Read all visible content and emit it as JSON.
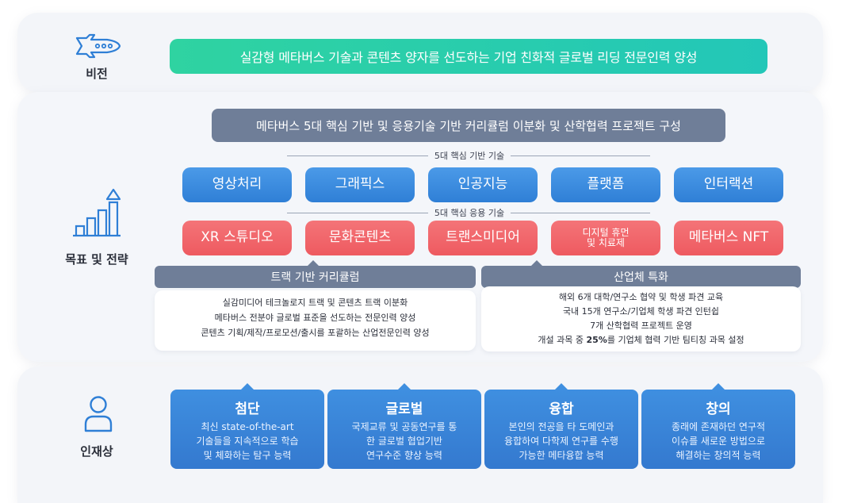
{
  "vision": {
    "label": "비전",
    "icon": "rocket-icon",
    "statement": "실감형 메타버스 기술과 콘텐츠 양자를 선도하는 기업 친화적 글로벌 리딩 전문인력 양성"
  },
  "goals": {
    "label": "목표 및 전략",
    "icon": "growth-chart-icon",
    "headline": "메타버스 5대 핵심 기반 및 응용기술 기반 커리큘럼 이분화 및 산학협력 프로젝트 구성",
    "core_caption": "5대 핵심 기반 기술",
    "core_tech": [
      "영상처리",
      "그래픽스",
      "인공지능",
      "플랫폼",
      "인터랙션"
    ],
    "applied_caption": "5대 핵심 응용 기술",
    "applied_tech": [
      {
        "line1": "XR 스튜디오",
        "line2": ""
      },
      {
        "line1": "문화콘텐츠",
        "line2": ""
      },
      {
        "line1": "트랜스미디어",
        "line2": ""
      },
      {
        "line1": "디지털 휴먼",
        "line2": "및 치료제"
      },
      {
        "line1": "메타버스 NFT",
        "line2": ""
      }
    ],
    "track": {
      "title": "트랙 기반 커리큘럼",
      "lines": [
        "실감미디어 테크놀로지 트랙 및 콘텐츠 트랙 이분화",
        "메타버스 전분야 글로벌 표준을 선도하는 전문인력 양성",
        "콘텐츠 기획/제작/프로모션/출시를 포괄하는 산업전문인력 양성"
      ]
    },
    "industry": {
      "title": "산업체 특화",
      "lines": [
        "해외 6개 대학/연구소 협약 및 학생 파견 교육",
        "국내 15개 연구소/기업체 학생 파견 인턴쉽",
        "7개 산학협력 프로젝트 운영"
      ],
      "last_prefix": "개설 과목 중 ",
      "last_highlight": "25%",
      "last_suffix": "를 기업체 협력 기반 팀티칭 과목 설정"
    }
  },
  "talent": {
    "label": "인재상",
    "icon": "person-icon",
    "cards": [
      {
        "title": "첨단",
        "lines": [
          "최신 state-of-the-art",
          "기술들을 지속적으로 학습",
          "및 체화하는 탐구 능력"
        ]
      },
      {
        "title": "글로벌",
        "lines": [
          "국제교류 및 공동연구를 통",
          "한 글로벌 협업기반",
          "연구수준 향상 능력"
        ]
      },
      {
        "title": "융합",
        "lines": [
          "본인의 전공을 타 도메인과",
          "융합하여 다학제 연구를 수행",
          "가능한 메타융합 능력"
        ]
      },
      {
        "title": "창의",
        "lines": [
          "종래에 존재하던 연구적",
          "이슈를 새로운 방법으로",
          "해결하는 창의적 능력"
        ]
      }
    ]
  },
  "colors": {
    "vision_gradient_start": "#2fd3a1",
    "vision_gradient_end": "#23c7b8",
    "slate": "#6f7e98",
    "core_blue": "#3d8ee0",
    "applied_red": "#f06468",
    "talent_blue": "#3a84d8"
  }
}
